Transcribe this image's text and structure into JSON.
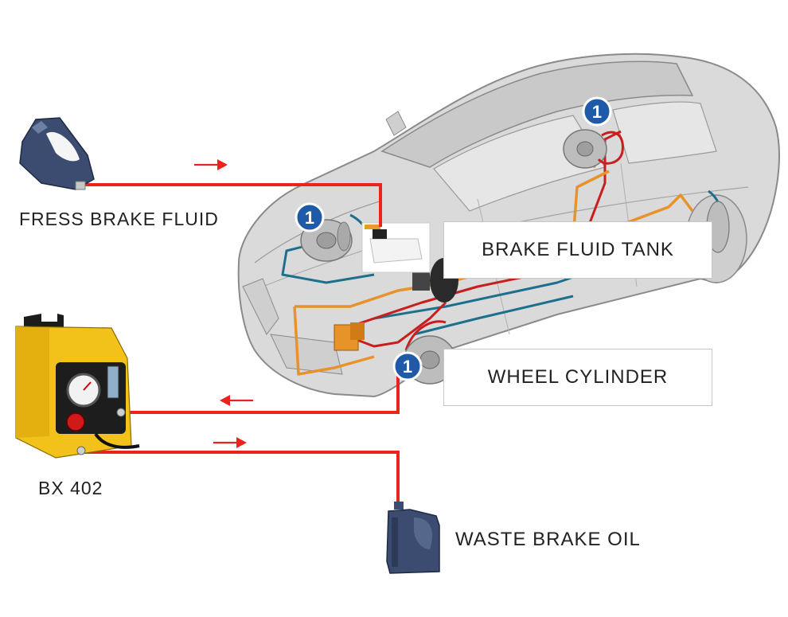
{
  "labels": {
    "fresh_fluid": "FRESS BRAKE FLUID",
    "machine": "BX 402",
    "brake_tank": "BRAKE FLUID TANK",
    "wheel_cylinder": "WHEEL CYLINDER",
    "waste_oil": "WASTE BRAKE OIL"
  },
  "markers": {
    "wheel_marker": "1"
  },
  "colors": {
    "line_red": "#e8241c",
    "arrow_red": "#e8241c",
    "car_body": "#d9d9d9",
    "car_outline": "#8a8a8a",
    "brake_orange": "#e8922a",
    "brake_blue": "#1d6f8c",
    "brake_red": "#c81e1e",
    "marker_blue": "#1f5aa8",
    "machine_yellow": "#f2c21a",
    "bottle_blue": "#3b4c70"
  }
}
